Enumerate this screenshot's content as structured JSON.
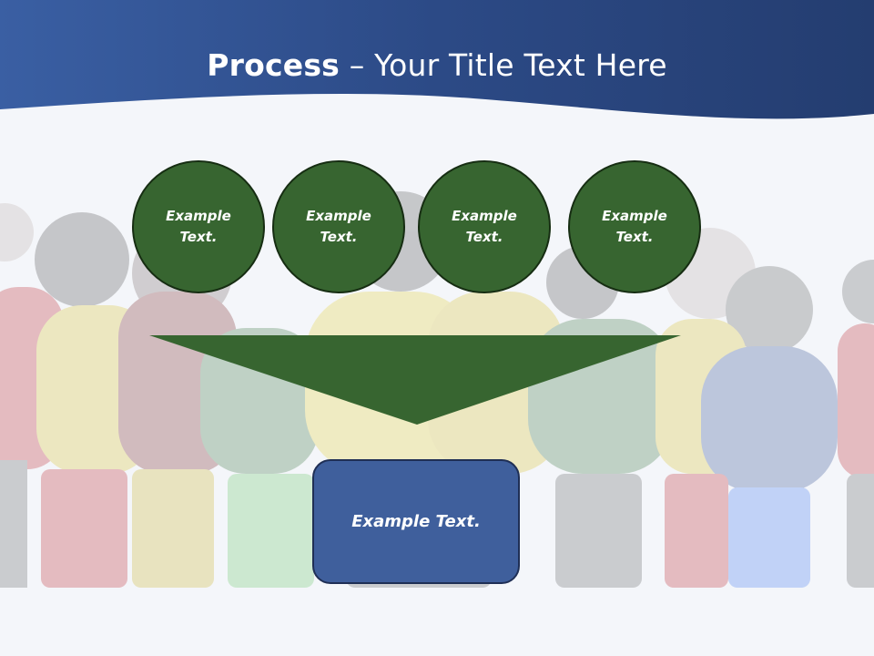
{
  "slide": {
    "title_bold": "Process",
    "title_rest": " – Your Title Text Here",
    "steps": [
      {
        "label": "Example Text."
      },
      {
        "label": "Example Text."
      },
      {
        "label": "Example Text."
      },
      {
        "label": "Example Text."
      }
    ],
    "result_label": "Example Text."
  },
  "colors": {
    "header_blue": "#2f4f8c",
    "circle_green": "#376530",
    "funnel_green": "#376530",
    "box_blue": "#3f5f9c",
    "text": "#ffffff"
  }
}
